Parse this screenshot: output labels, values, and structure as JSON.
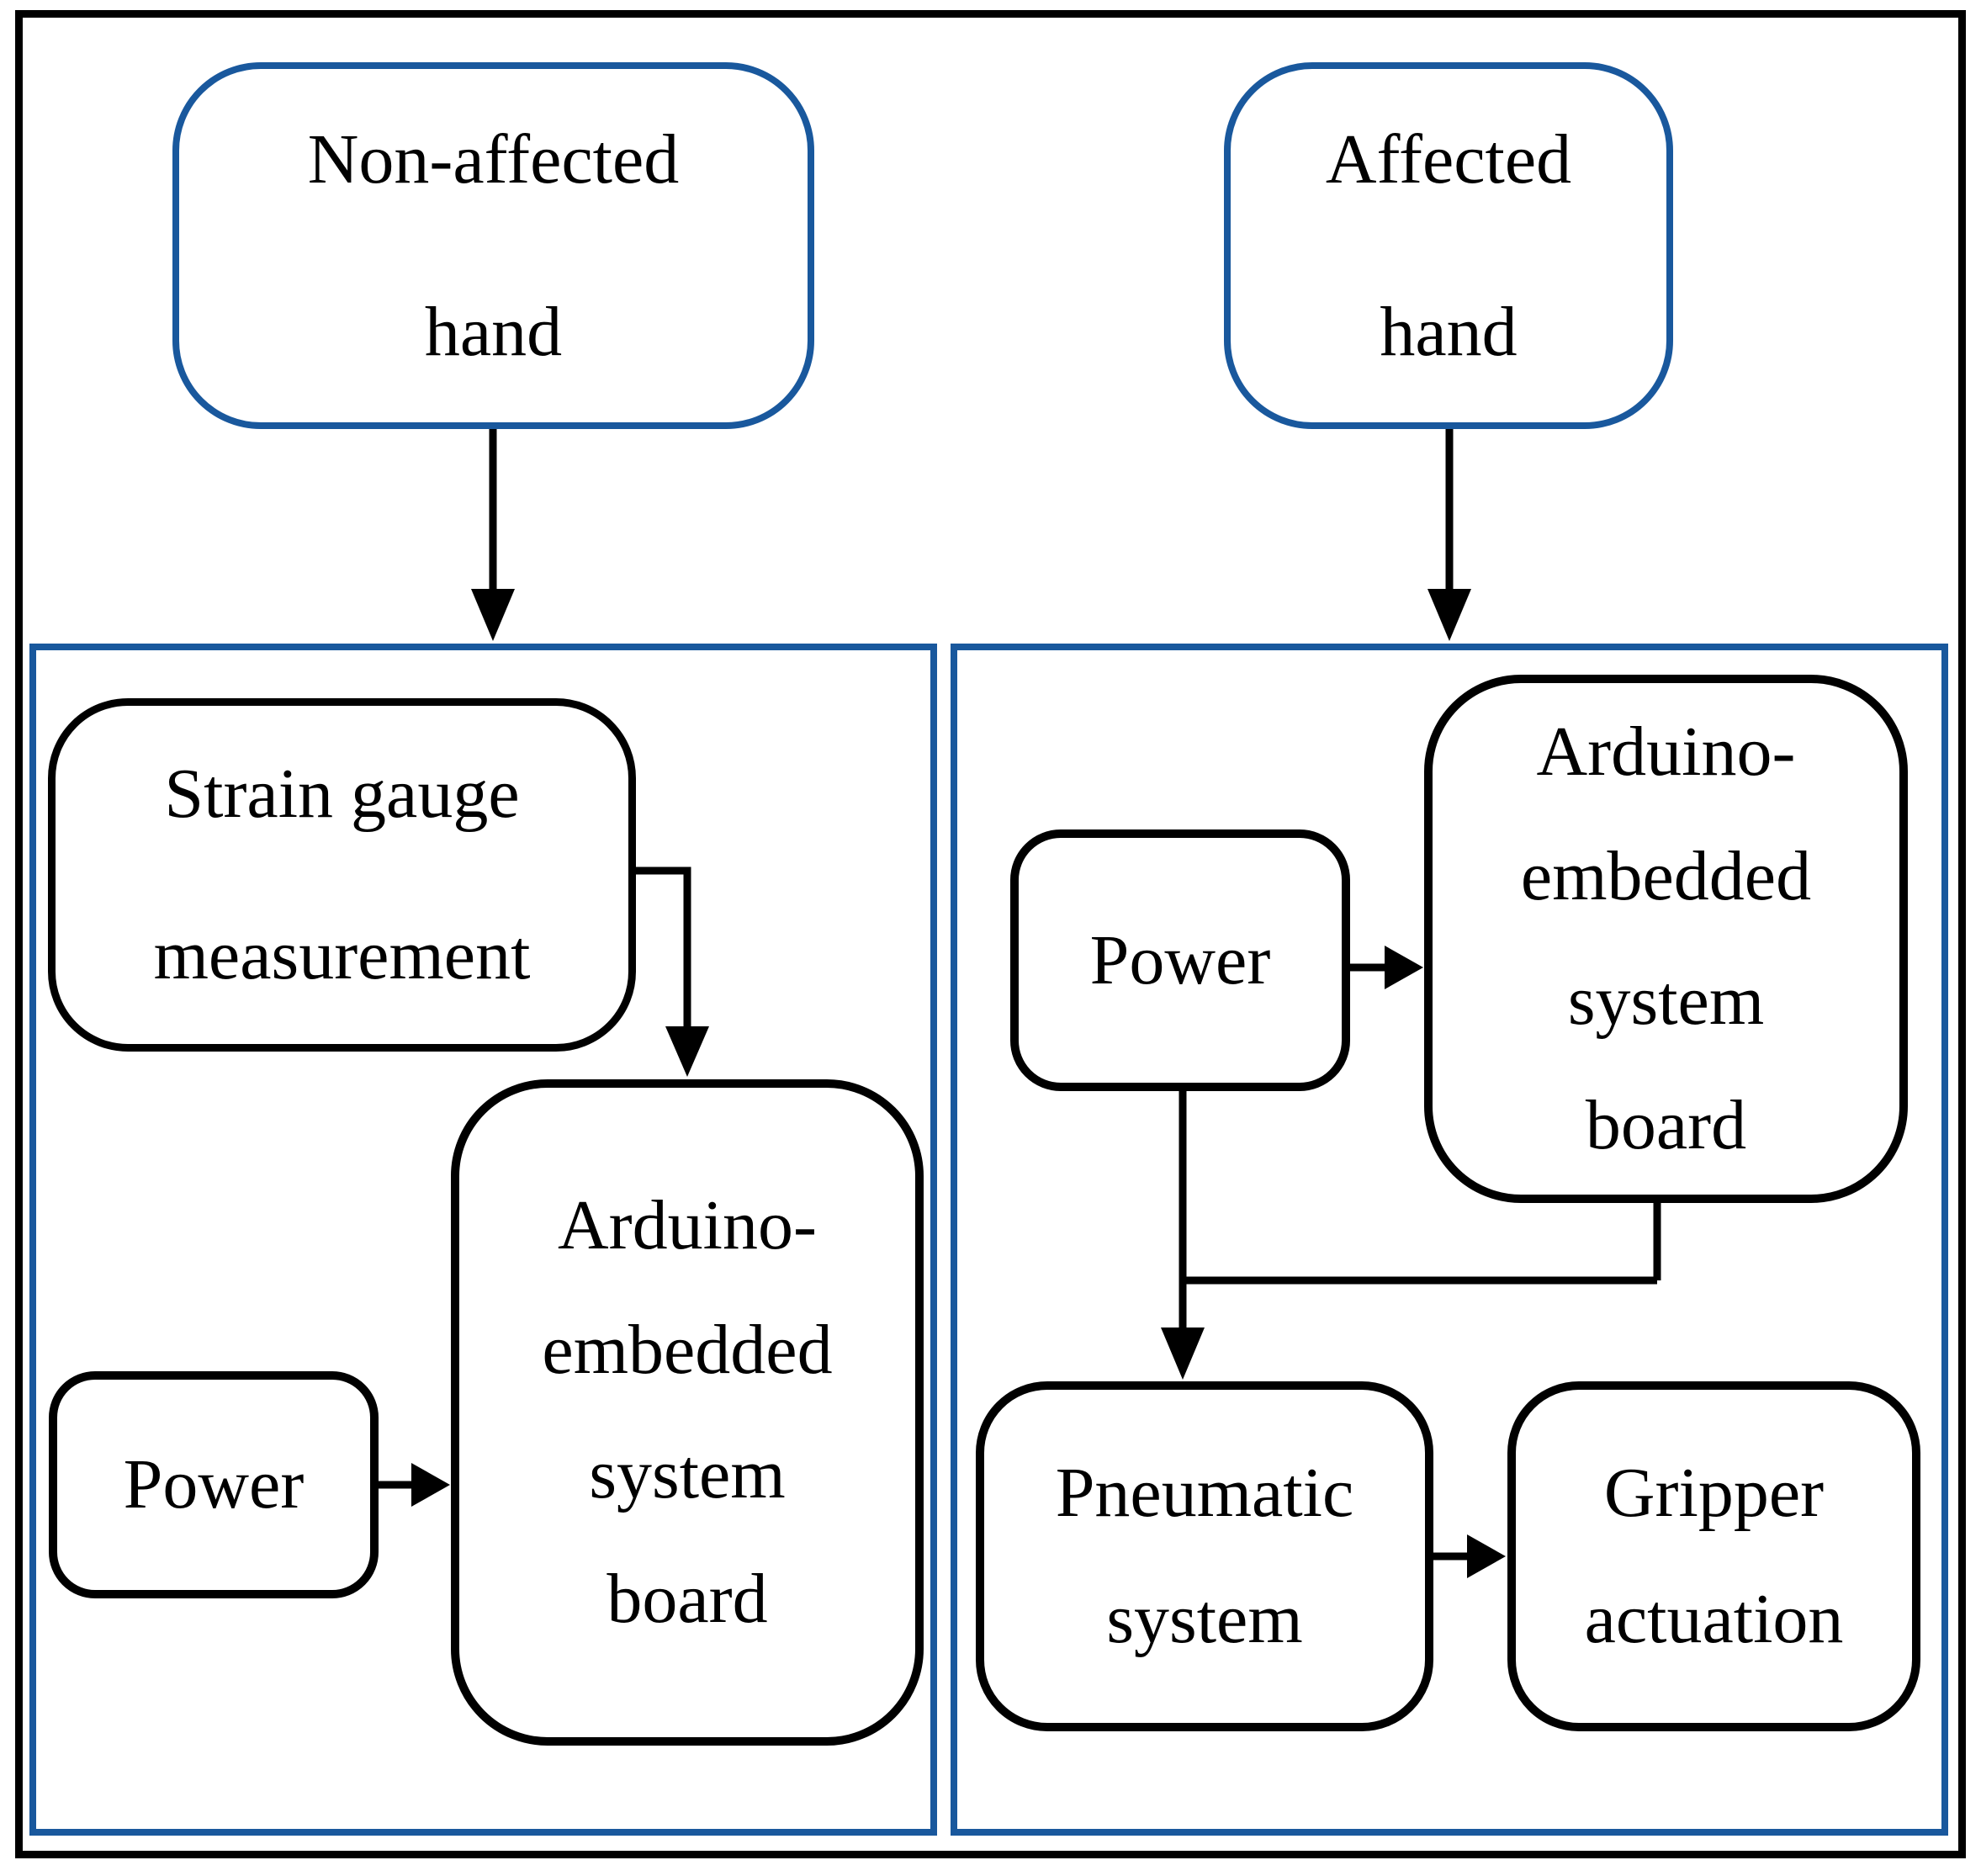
{
  "figure": {
    "top_row": {
      "non_affected_box": {
        "line1": "Non-affected",
        "line2": "hand"
      },
      "affected_box": {
        "line1": "Affected",
        "line2": "hand"
      }
    },
    "non_affected_panel": {
      "strain_gauge_box": {
        "line1": "Strain gauge",
        "line2": "measurement"
      },
      "power_box": {
        "label": "Power"
      },
      "arduino_box": {
        "line1": "Arduino-",
        "line2": "embedded",
        "line3": "system",
        "line4": "board"
      }
    },
    "affected_panel": {
      "power_box": {
        "label": "Power"
      },
      "arduino_box": {
        "line1": "Arduino-",
        "line2": "embedded",
        "line3": "system",
        "line4": "board"
      },
      "pneumatic_box": {
        "line1": "Pneumatic",
        "line2": "system"
      },
      "gripper_box": {
        "line1": "Gripper",
        "line2": "actuation"
      }
    },
    "colors": {
      "panel_blue": "#19589D",
      "line_black": "#000000",
      "background": "#FFFFFF"
    }
  }
}
